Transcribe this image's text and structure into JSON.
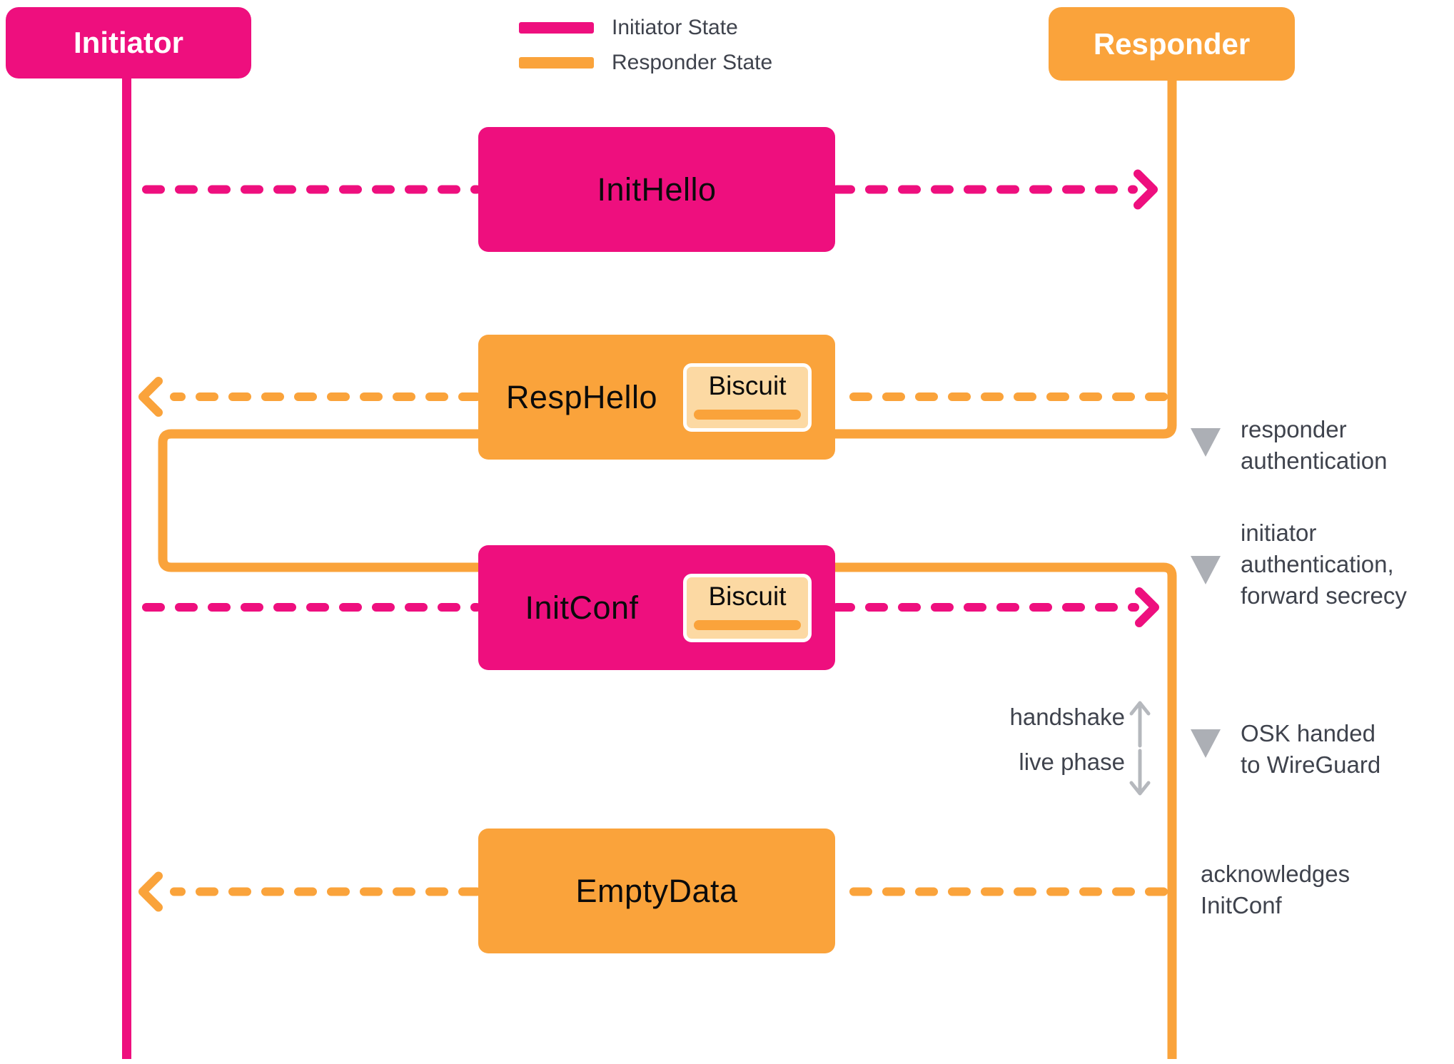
{
  "colors": {
    "pink": "#EE0F7E",
    "orange": "#FAA33B",
    "biscuit-fill": "#FCD9A3",
    "ink": "#0B0B0B",
    "note": "#3F434D",
    "marker": "#ACAFB5",
    "phase-arrow": "#B5B8BD"
  },
  "actors": {
    "initiator": "Initiator",
    "responder": "Responder"
  },
  "legend": {
    "initiator_state": "Initiator State",
    "responder_state": "Responder State"
  },
  "messages": [
    {
      "label": "InitHello",
      "from": "initiator",
      "to": "responder"
    },
    {
      "label": "RespHello",
      "from": "responder",
      "to": "initiator",
      "biscuit": "Biscuit"
    },
    {
      "label": "InitConf",
      "from": "initiator",
      "to": "responder",
      "biscuit": "Biscuit"
    },
    {
      "label": "EmptyData",
      "from": "responder",
      "to": "initiator"
    }
  ],
  "annotations": {
    "responder_auth": {
      "lines": [
        "responder",
        "authentication"
      ]
    },
    "initiator_auth": {
      "lines": [
        "initiator",
        "authentication,",
        "forward secrecy"
      ]
    },
    "osk": {
      "lines": [
        "OSK handed",
        "to WireGuard"
      ]
    },
    "ack": {
      "lines": [
        "acknowledges",
        "InitConf"
      ]
    }
  },
  "phases": {
    "handshake": "handshake",
    "live": "live phase"
  }
}
